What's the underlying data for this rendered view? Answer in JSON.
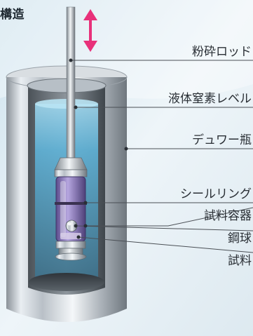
{
  "title": "構造",
  "labels": {
    "crushing_rod": "粉砕ロッド",
    "liquid_nitrogen_level": "液体窒素レベル",
    "dewar_flask": "デュワー瓶",
    "seal_ring": "シールリング",
    "sample_container": "試料容器",
    "steel_ball": "鋼球",
    "sample": "試料"
  },
  "colors": {
    "arrow": "#e8317a",
    "liquid": "#7cc6e4",
    "vial_purple": "#8a6fc0",
    "leader_line": "#4a4f55"
  }
}
